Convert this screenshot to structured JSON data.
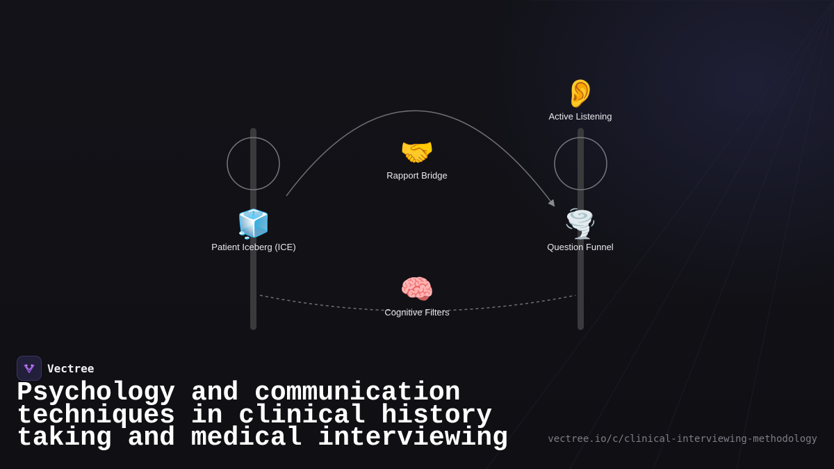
{
  "diagram": {
    "nodes": {
      "patient_iceberg": {
        "emoji": "🧊",
        "label": "Patient Iceberg (ICE)"
      },
      "rapport_bridge": {
        "emoji": "🤝",
        "label": "Rapport Bridge"
      },
      "active_listening": {
        "emoji": "👂",
        "label": "Active Listening"
      },
      "question_funnel": {
        "emoji": "🌪️",
        "label": "Question Funnel"
      },
      "cognitive_filters": {
        "emoji": "🧠",
        "label": "Cognitive Filters"
      }
    }
  },
  "brand": {
    "name": "Vectree"
  },
  "title": "Psychology and communication techniques in clinical history taking and medical interviewing",
  "url": "vectree.io/c/clinical-interviewing-methodology",
  "colors": {
    "background": "#111116",
    "pillar": "#3a3a3d",
    "connector": "#6f6f74",
    "logo_accent": "#9b5de5"
  }
}
